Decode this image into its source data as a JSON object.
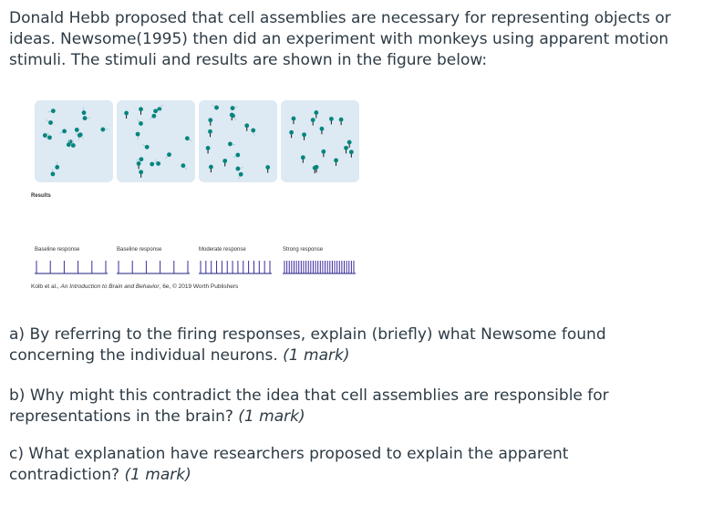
{
  "intro": "Donald Hebb proposed that cell assemblies are necessary for representing objects or ideas. Newsome(1995) then did an experiment with monkeys using apparent motion stimuli. The stimuli and results are shown in the figure below:",
  "figure": {
    "results_label": "Results",
    "responses": [
      "Baseline response",
      "Baseline response",
      "Moderate response",
      "Strong response"
    ],
    "spike_counts": [
      6,
      6,
      14,
      30
    ],
    "credit_prefix": "Kolb et al., ",
    "credit_title": "An Introduction to Brain and Behavior",
    "credit_suffix": ", 6e, © 2019 Worth Publishers",
    "dot_color": "#00857c",
    "panel_color": "#dde9f3"
  },
  "questions": [
    {
      "text": "a) By referring to the firing responses, explain (briefly) what Newsome found concerning the individual neurons.",
      "mark": "(1 mark)"
    },
    {
      "text": "b) Why might this contradict the idea that cell assemblies are responsible for representations in the brain?",
      "mark": "(1 mark)"
    },
    {
      "text": "c) What explanation have researchers proposed to explain the apparent contradiction?",
      "mark": "(1 mark)"
    }
  ]
}
